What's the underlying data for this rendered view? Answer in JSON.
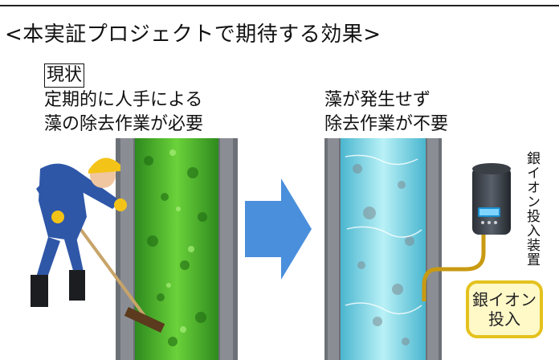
{
  "title": "<本実証プロジェクトで期待する効果>",
  "current": {
    "label": "現状",
    "line1": "定期的に人手による",
    "line2": "藻の除去作業が必要"
  },
  "expected": {
    "line1": "藻が発生せず",
    "line2": "除去作業が不要"
  },
  "device_label": "銀イオン投入装置",
  "callout": "銀イオン\n投入",
  "colors": {
    "arrow": "#4a8fdc",
    "algae_channel": "#3fae2a",
    "clean_channel": "#8fe1ec",
    "wall": "#6c7077",
    "callout_border": "#e4c21d",
    "callout_fill": "#fff8c7",
    "pipe": "#c99a12",
    "worker_uniform": "#2f57a8",
    "worker_helmet": "#f3c318"
  },
  "icons": [
    "worker-with-broom-icon",
    "right-arrow-icon",
    "silver-ion-device-icon"
  ]
}
